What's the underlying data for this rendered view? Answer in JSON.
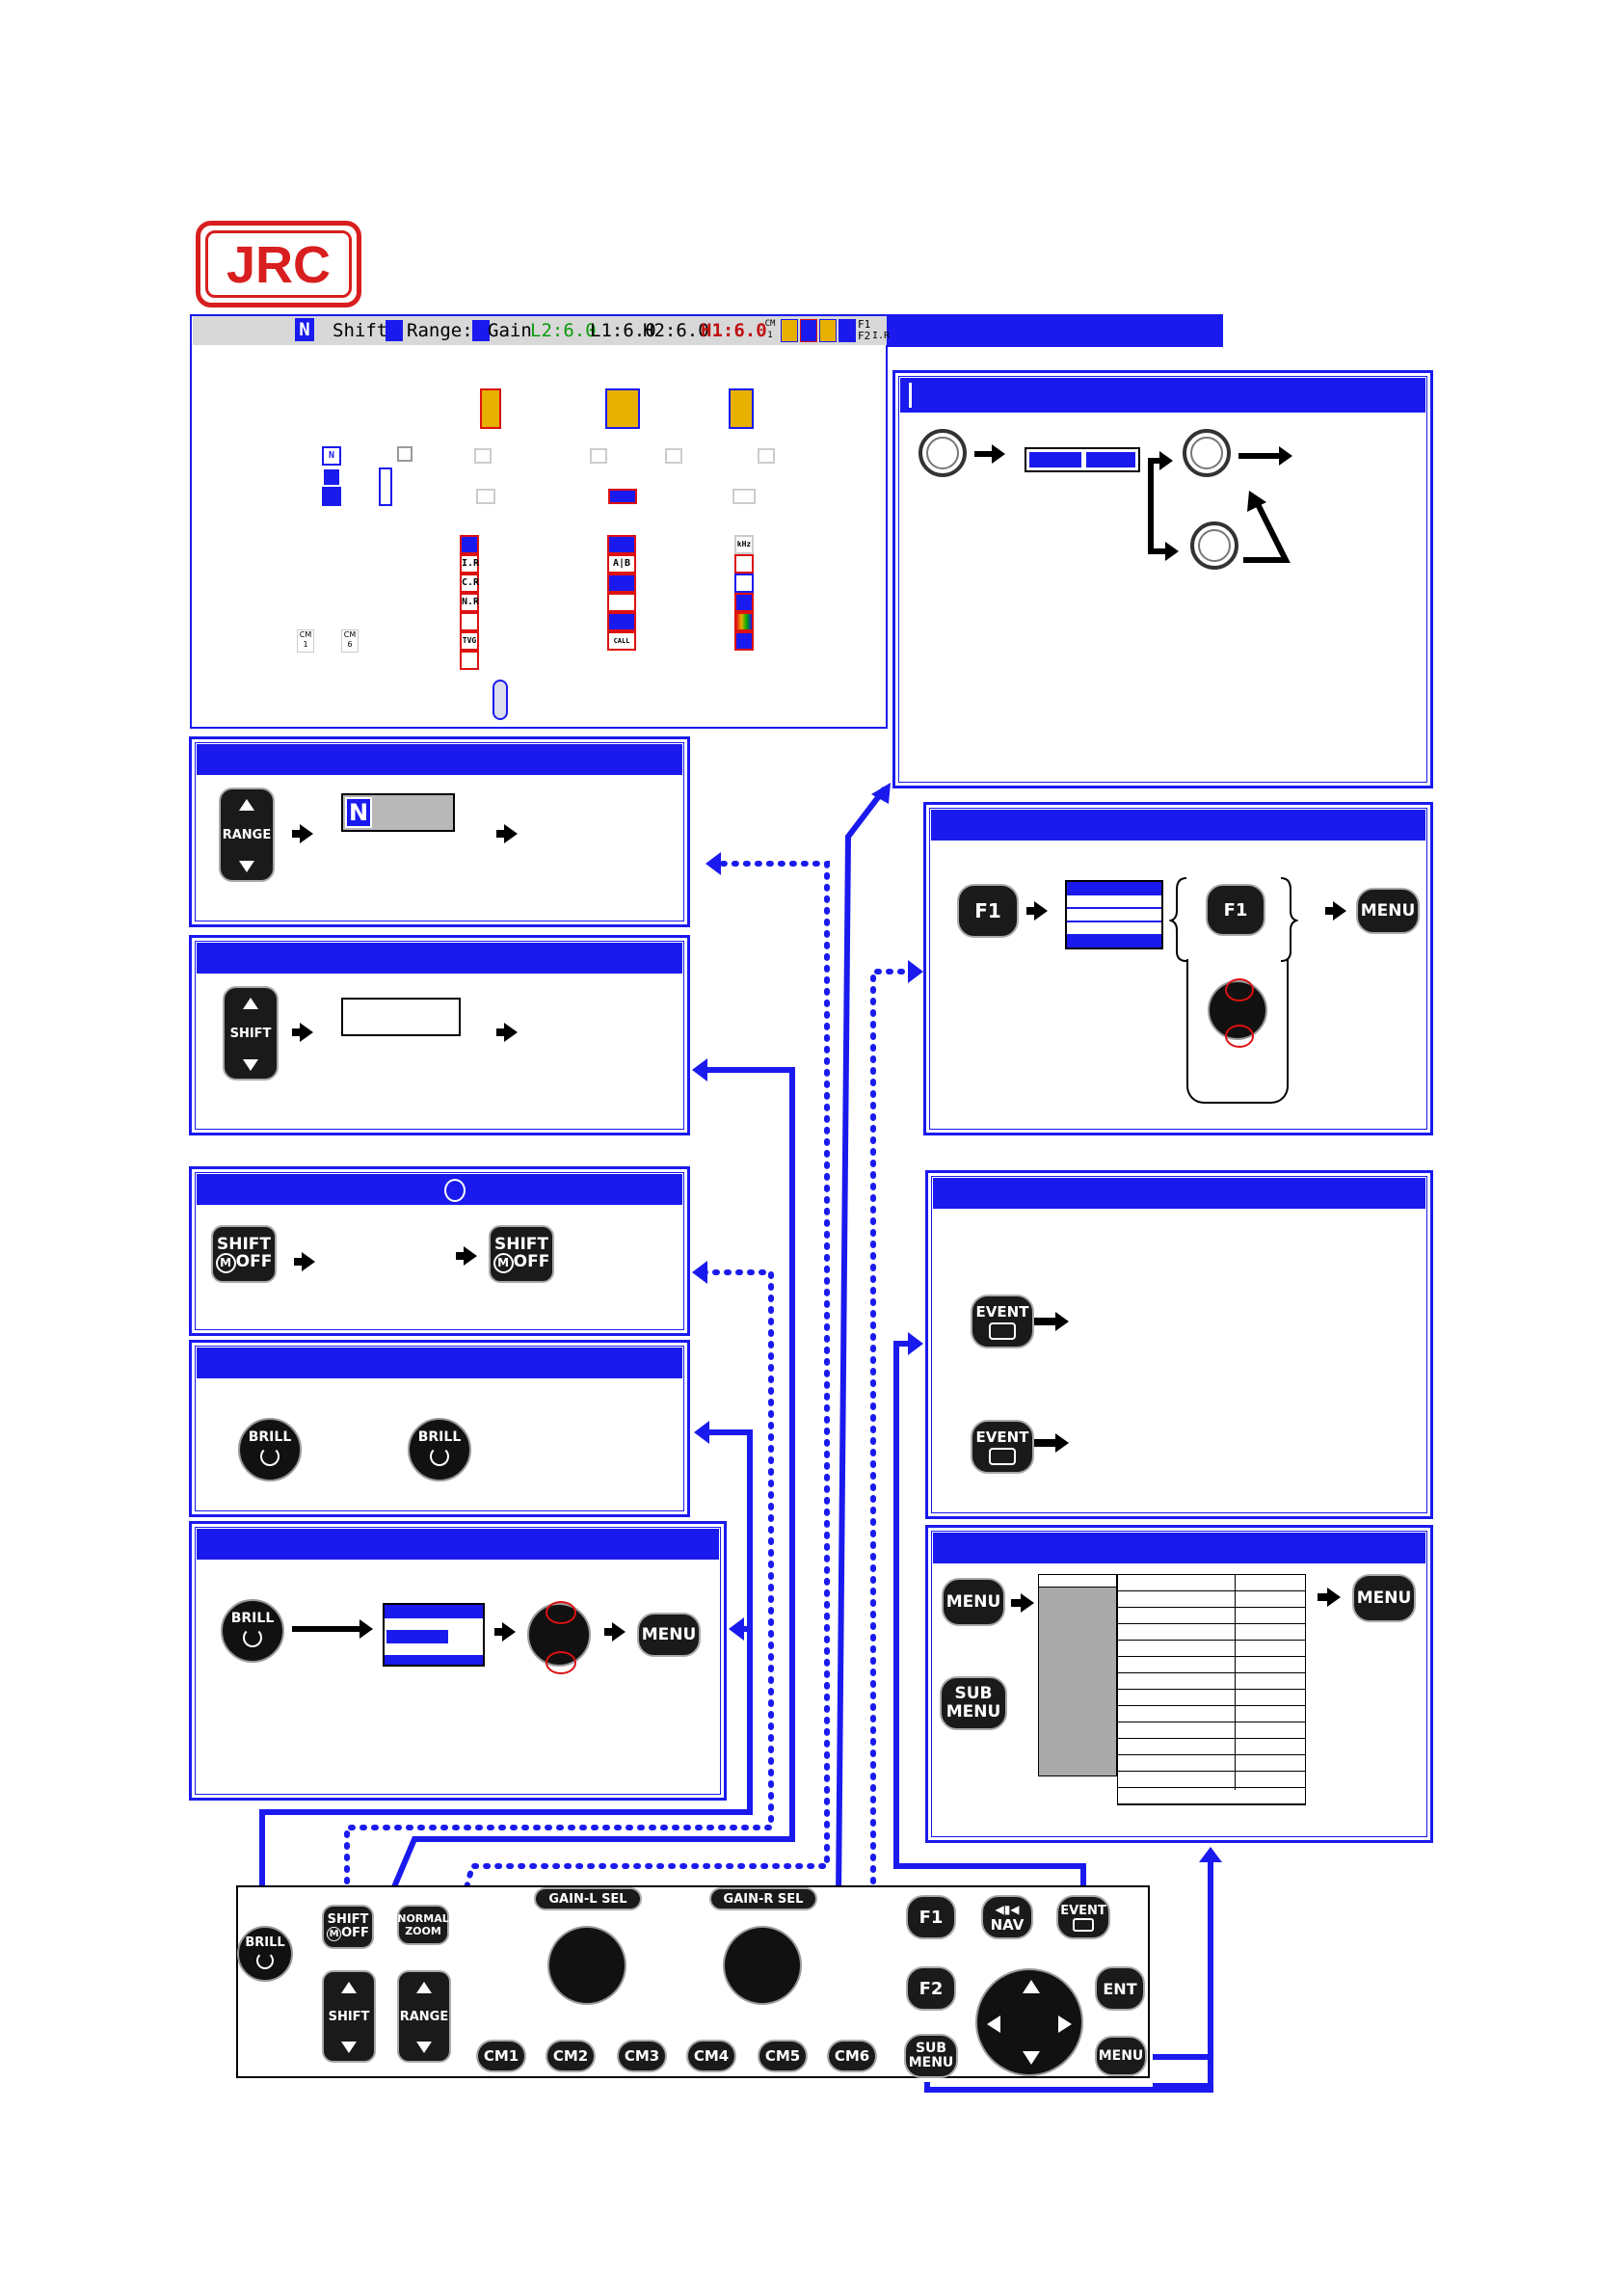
{
  "logo": {
    "text": "JRC",
    "color": "#d81e1e"
  },
  "status_bar": {
    "mode": "N",
    "shift_label": "Shift:",
    "range_label": "Range:",
    "gain_label": "Gain",
    "l2": "L2:6.0",
    "l1": "L1:6.0",
    "h2": "H2:6.0",
    "h1": "H1:6.0",
    "cm_label": "CM",
    "cm_num": "1",
    "f1_label": "F1",
    "f2_label": "F2",
    "ir_label": "I.R"
  },
  "screen_icons": {
    "n_icon": "N",
    "cm1_top": "CM",
    "cm1_bot": "1",
    "cm6_top": "CM",
    "cm6_bot": "6",
    "ir": "I.R",
    "cr": "C.R",
    "nr": "N.R",
    "tvg": "TVG",
    "ab": "A|B",
    "call": "CALL",
    "khz": "kHz"
  },
  "range_panel": {
    "key": "RANGE",
    "mode_box": "N"
  },
  "shift_panel": {
    "key": "SHIFT"
  },
  "moff_panel": {
    "key_top": "SHIFT",
    "key_bottom": "OFF",
    "key_circle": "M"
  },
  "brill_panel": {
    "key": "BRILL"
  },
  "brill_menu_panel": {
    "key": "BRILL",
    "menu_key": "MENU"
  },
  "f1_panel": {
    "key": "F1",
    "key2": "F1",
    "menu_key": "MENU"
  },
  "event_panel": {
    "key": "EVENT"
  },
  "menu_panel": {
    "menu_key": "MENU",
    "sub_top": "SUB",
    "sub_bot": "MENU",
    "menu_key2": "MENU"
  },
  "console": {
    "gain_l": "GAIN-L",
    "gain_r": "GAIN-R",
    "sel": "SEL",
    "brill": "BRILL",
    "shift_top": "SHIFT",
    "moff": "OFF",
    "m": "M",
    "normal": "NORMAL",
    "zoom": "ZOOM",
    "shift": "SHIFT",
    "range": "RANGE",
    "f1": "F1",
    "f2": "F2",
    "nav": "NAV",
    "event": "EVENT",
    "ent": "ENT",
    "menu": "MENU",
    "sub": "SUB",
    "sub_menu": "MENU",
    "cm": [
      "CM1",
      "CM2",
      "CM3",
      "CM4",
      "CM5",
      "CM6"
    ]
  },
  "colors": {
    "blue": "#1a1aee",
    "red": "#d81e1e",
    "key_bg": "#1a1a1a"
  }
}
